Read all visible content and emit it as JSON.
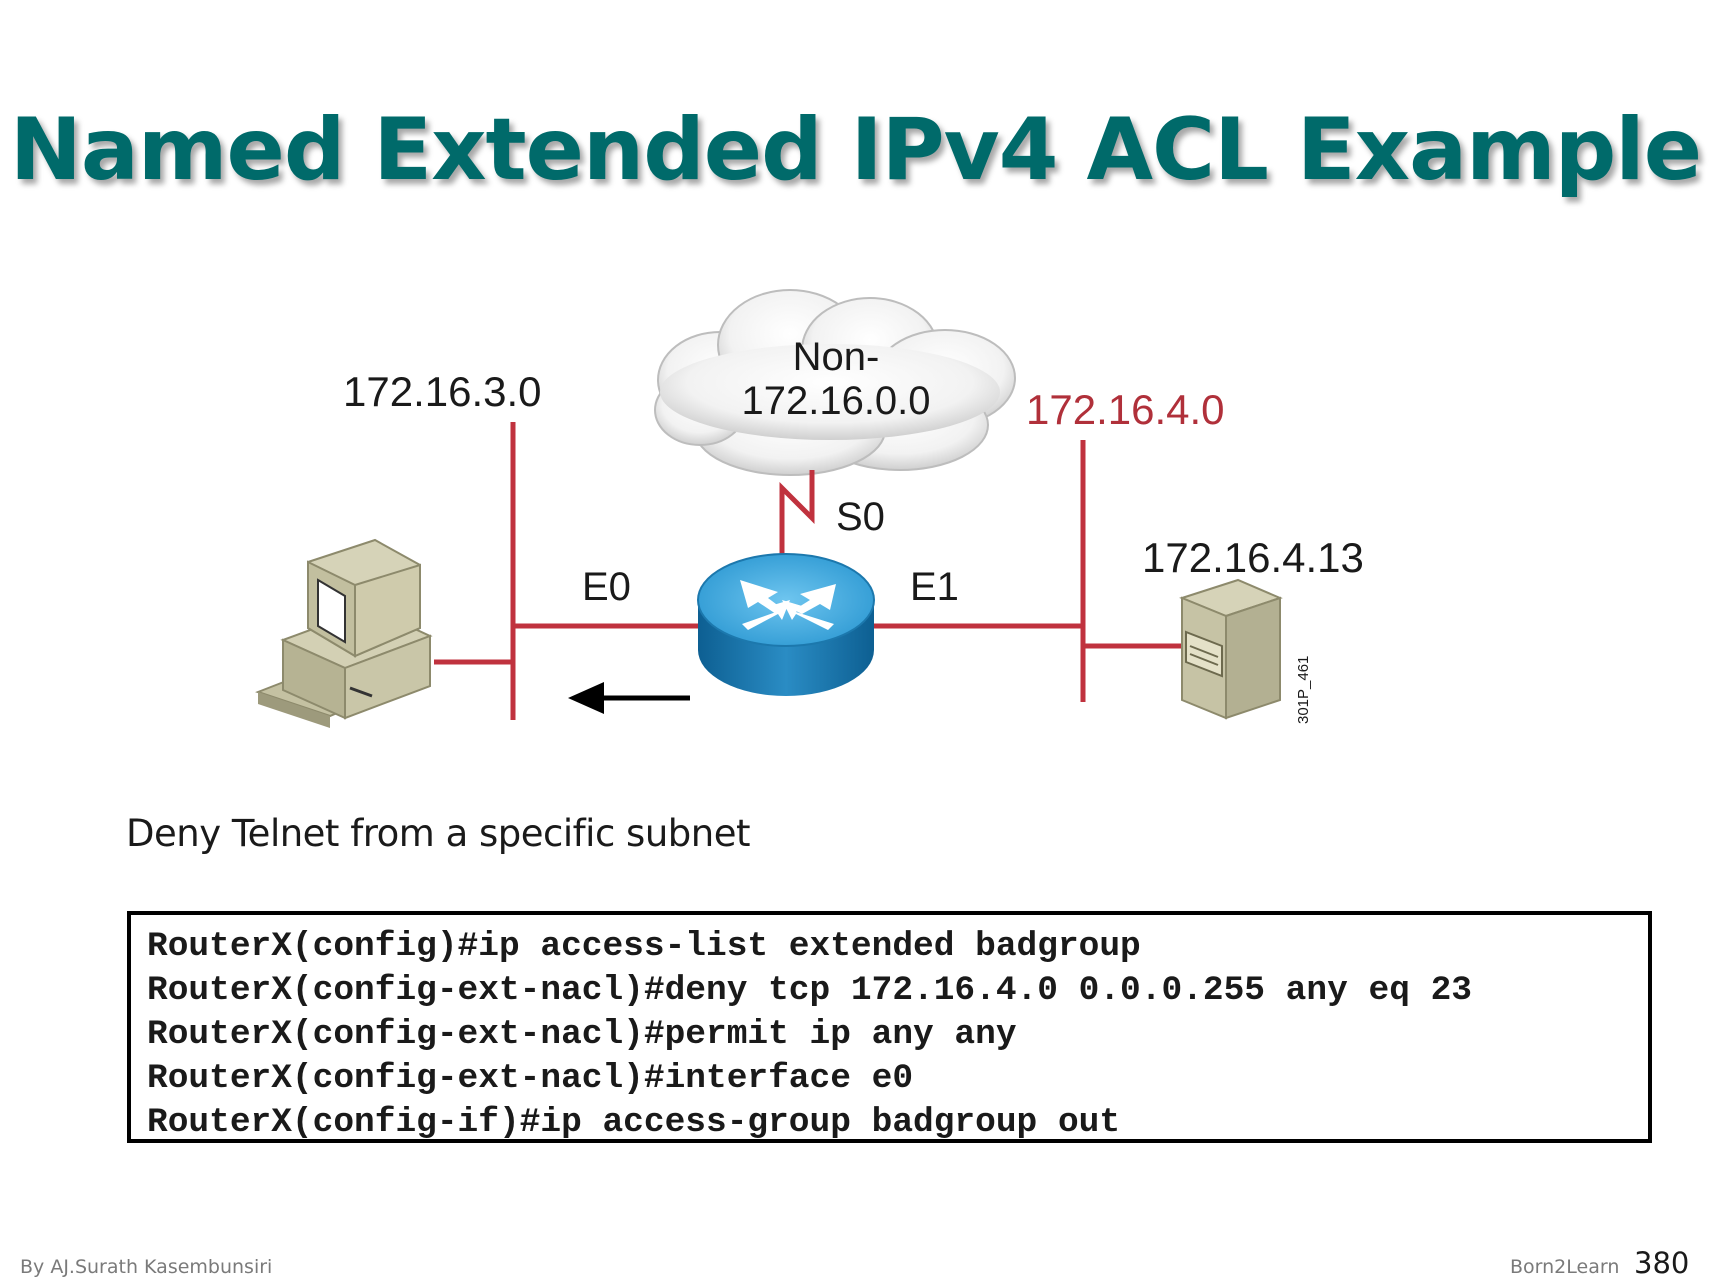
{
  "title": "Named Extended IPv4 ACL Example",
  "diagram": {
    "net_left": "172.16.3.0",
    "cloud_line1": "Non-",
    "cloud_line2": "172.16.0.0",
    "net_right": "172.16.4.0",
    "serial_if": "S0",
    "if_e0": "E0",
    "if_e1": "E1",
    "server_ip": "172.16.4.13",
    "figure_id": "301P_461",
    "line_color": "#c0323e",
    "highlight_color": "#b0303a"
  },
  "subtitle": "Deny Telnet from a specific subnet",
  "code": {
    "lines": [
      "RouterX(config)#ip access-list extended badgroup",
      "RouterX(config-ext-nacl)#deny tcp 172.16.4.0 0.0.0.255 any eq 23",
      "RouterX(config-ext-nacl)#permit ip any any",
      "RouterX(config-ext-nacl)#interface e0",
      "RouterX(config-if)#ip access-group badgroup out"
    ]
  },
  "footer": {
    "author": "By AJ.Surath Kasembunsiri",
    "brand": "Born2Learn",
    "page": "380"
  }
}
